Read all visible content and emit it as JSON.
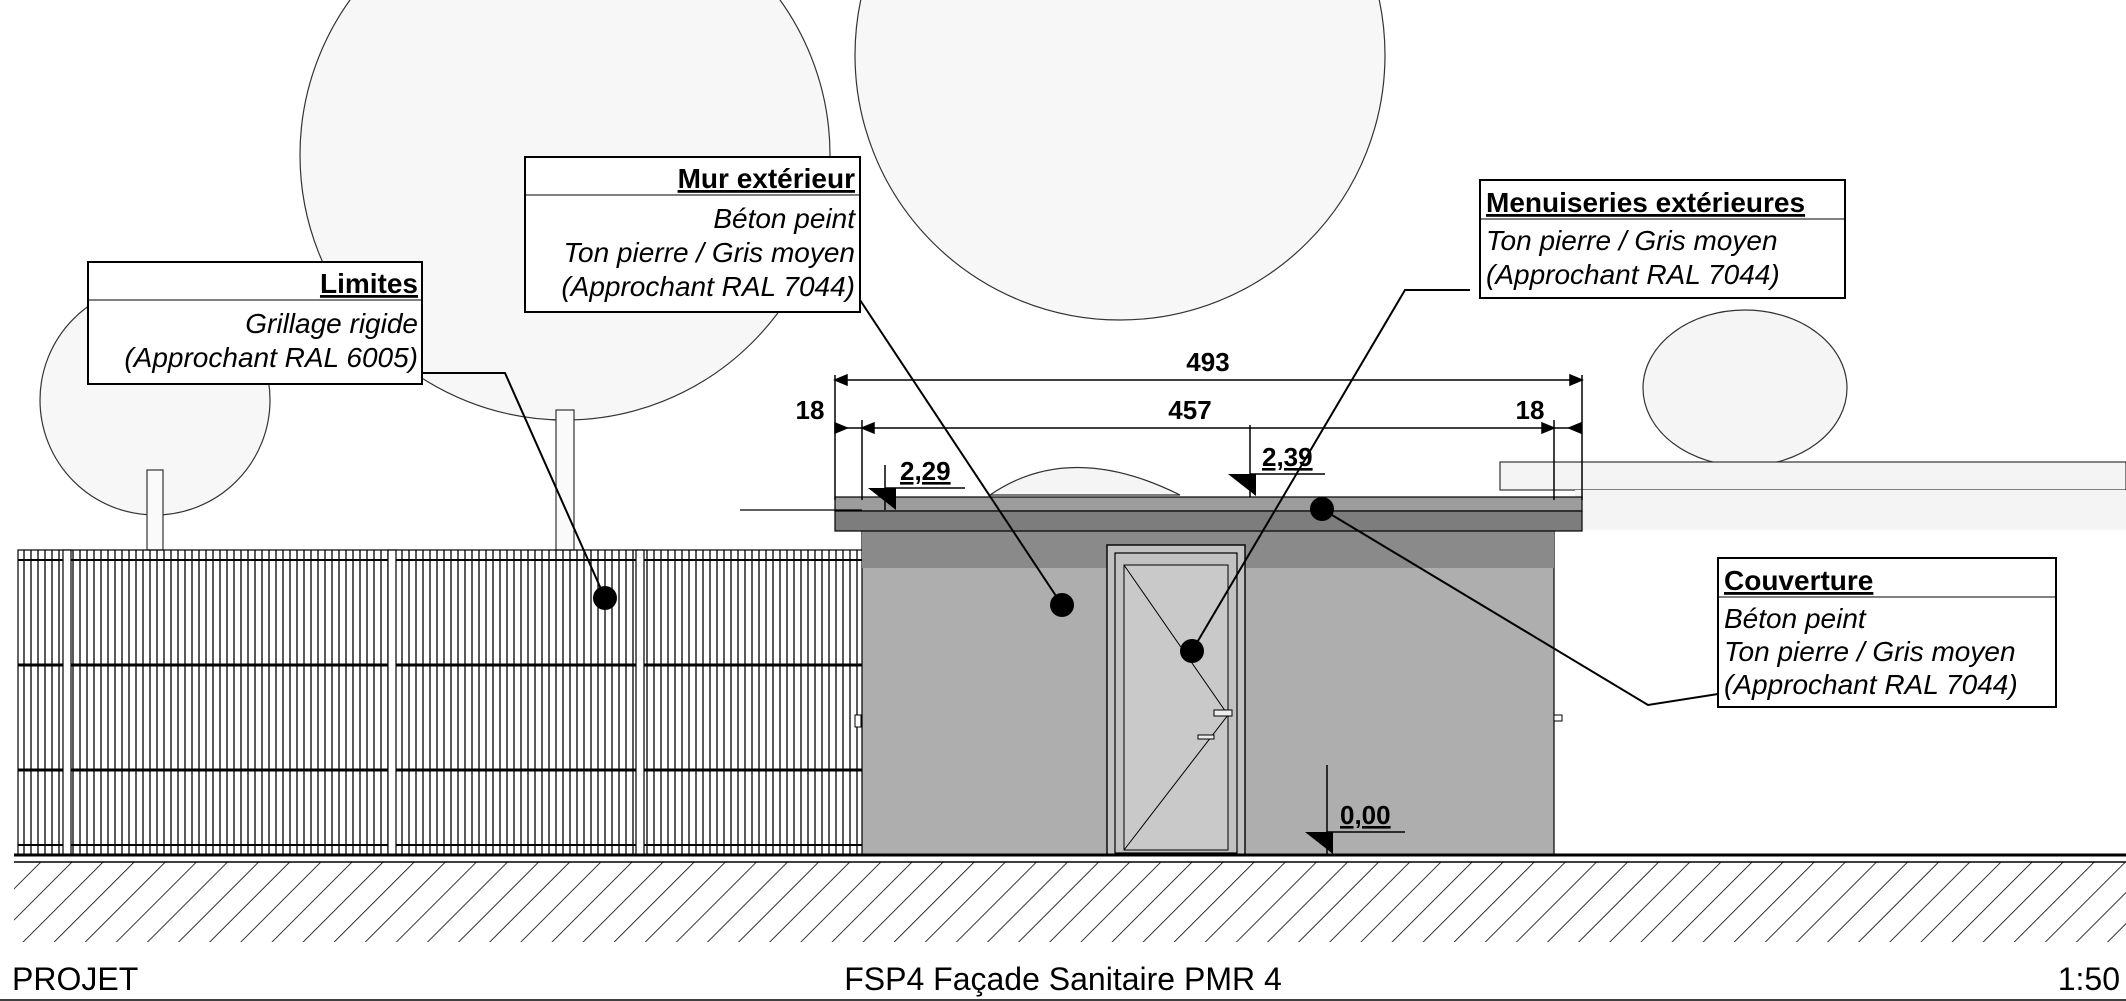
{
  "annotations": {
    "limites": {
      "title": "Limites",
      "line1": "Grillage rigide",
      "line2": "(Approchant RAL 6005)"
    },
    "mur": {
      "title": "Mur extérieur",
      "line1": "Béton peint",
      "line2": "Ton pierre / Gris moyen",
      "line3": "(Approchant RAL 7044)"
    },
    "menuiseries": {
      "title": "Menuiseries extérieures",
      "line1": "Ton pierre / Gris moyen",
      "line2": "(Approchant RAL 7044)"
    },
    "couverture": {
      "title": "Couverture",
      "line1": "Béton peint",
      "line2": "Ton pierre / Gris moyen",
      "line3": "(Approchant RAL 7044)"
    }
  },
  "dimensions": {
    "overall": "493",
    "inner": "457",
    "left": "18",
    "right": "18"
  },
  "levels": {
    "roof_left": "2,29",
    "roof_right": "2,39",
    "ground": "0,00"
  },
  "footer": {
    "left": "PROJET",
    "center": "FSP4 Façade Sanitaire PMR 4",
    "right": "1:50"
  }
}
